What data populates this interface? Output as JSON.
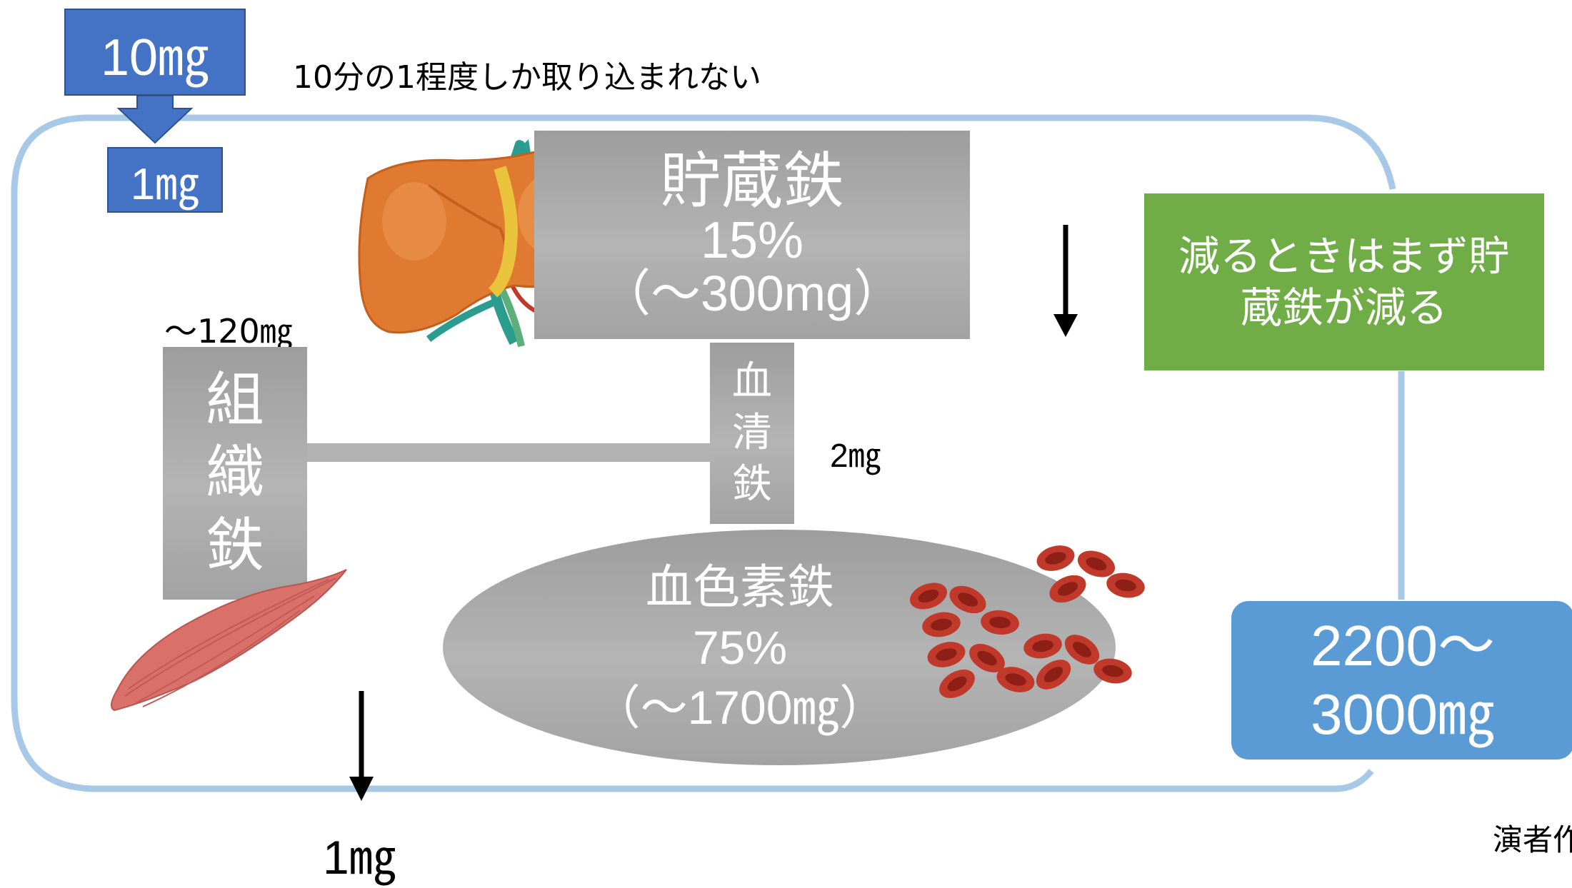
{
  "intake": {
    "amount": "10㎎",
    "note": "10分の1程度しか取り込まれない",
    "absorbed": "1㎎"
  },
  "storage": {
    "title": "貯蔵鉄",
    "percent": "15%",
    "amount": "（～300mg）"
  },
  "tissue": {
    "amount": "～120㎎",
    "title_lines": [
      "組",
      "織",
      "鉄"
    ]
  },
  "serum": {
    "title_lines": [
      "血",
      "清",
      "鉄"
    ],
    "amount": "2㎎"
  },
  "hemoglobin": {
    "title": "血色素鉄",
    "percent": "75%",
    "amount": "（～1700㎎）"
  },
  "callout": {
    "lines": [
      "減るときはまず貯",
      "蔵鉄が減る"
    ]
  },
  "total": {
    "lines": [
      "2200～",
      "3000㎎"
    ]
  },
  "loss": {
    "amount": "1㎎"
  },
  "footer": {
    "text": "演者作"
  },
  "colors": {
    "intake_box": "#4472c4",
    "loop": "#a8c8e8",
    "gray_box": "#a6a6a6",
    "callout_box": "#70ad47",
    "total_box": "#5b9bd5",
    "liver": "#e07a30",
    "muscle": "#d9706a",
    "blood_cell": "#c0392b"
  },
  "icons": [
    "liver-icon",
    "muscle-icon",
    "red-blood-cells-icon"
  ]
}
